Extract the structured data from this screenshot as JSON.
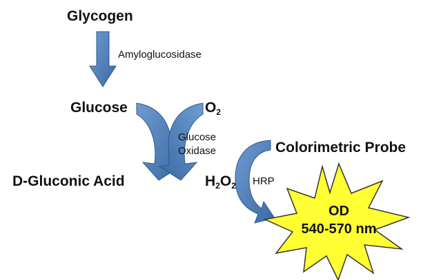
{
  "diagram": {
    "nodes": {
      "glycogen": "Glycogen",
      "glucose": "Glucose",
      "o2": {
        "base": "O",
        "sub": "2"
      },
      "gluconic_acid": "D-Gluconic Acid",
      "h2o2": {
        "h": "H",
        "sub1": "2",
        "o": "O",
        "sub2": "2"
      },
      "colorimetric_probe": "Colorimetric Probe"
    },
    "enzymes": {
      "amyloglucosidase": "Amyloglucosidase",
      "glucose_oxidase_line1": "Glucose",
      "glucose_oxidase_line2": "Oxidase",
      "hrp": "HRP"
    },
    "readout": {
      "line1": "OD",
      "line2": "540-570 nm"
    },
    "colors": {
      "arrow_fill": "#4f81bd",
      "arrow_dark": "#2e5a8a",
      "burst_fill": "#ffff33",
      "burst_stroke": "#333333",
      "text": "#111111"
    }
  }
}
